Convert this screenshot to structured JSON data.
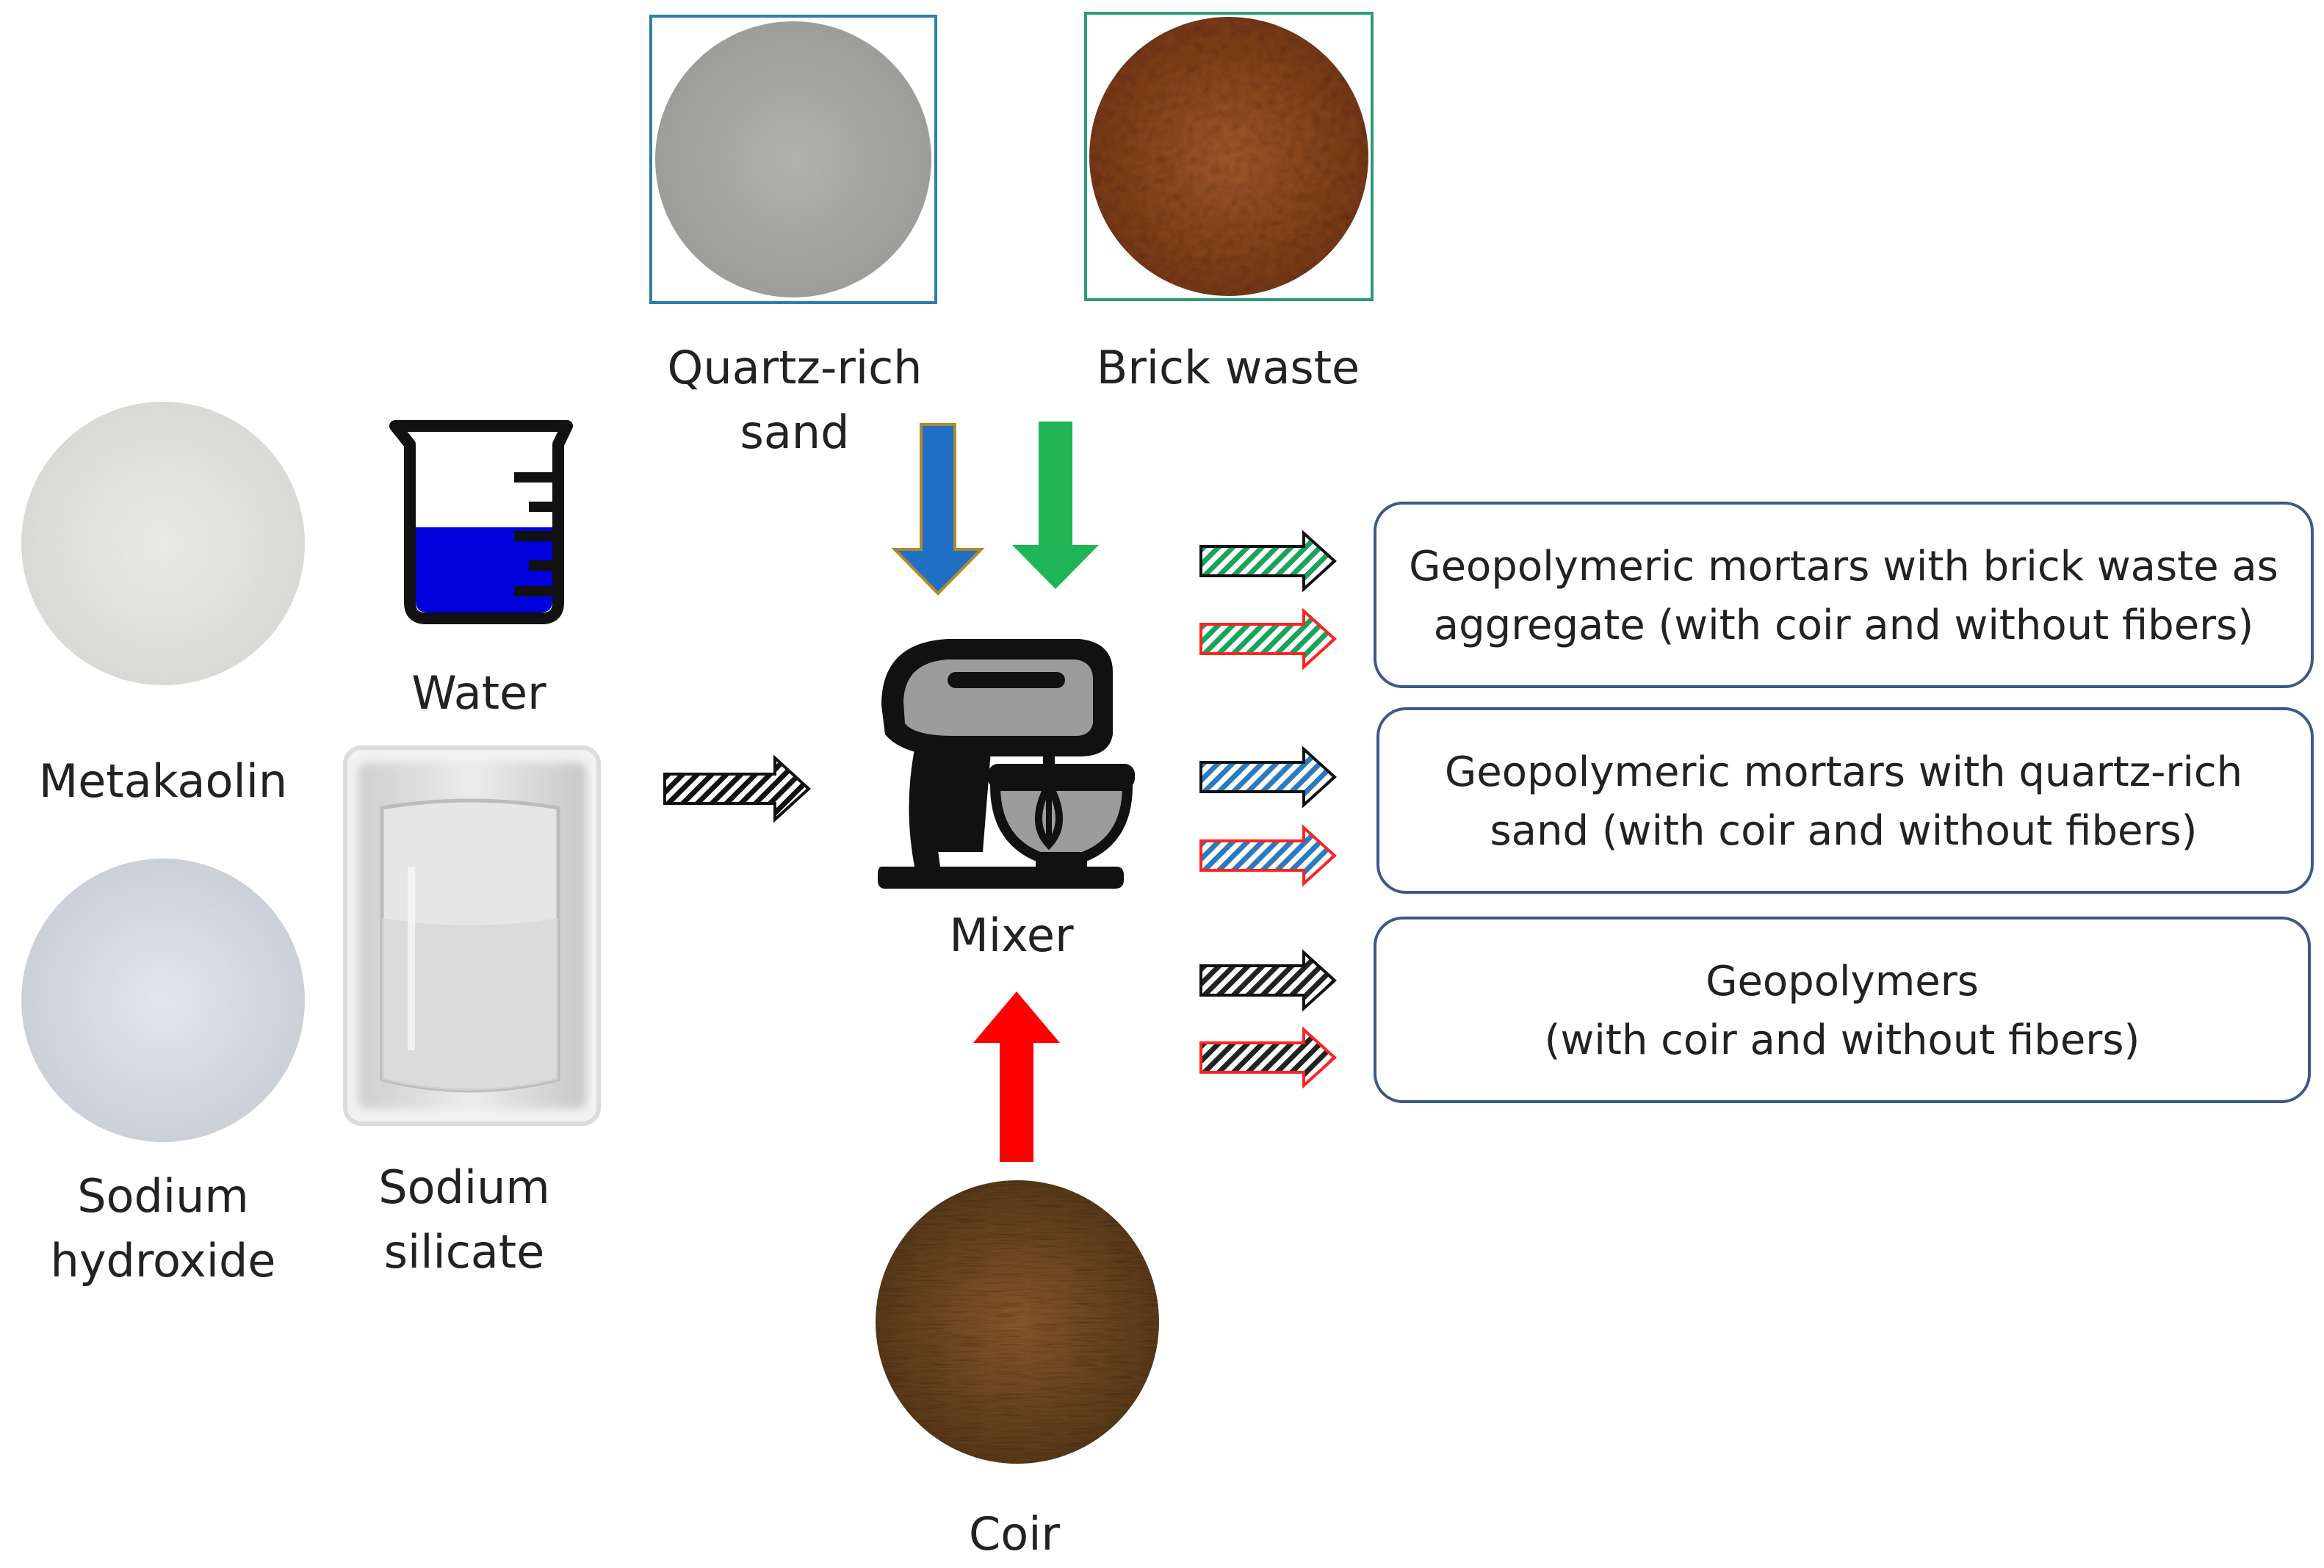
{
  "materials": {
    "metakaolin": "Metakaolin",
    "water": "Water",
    "sodium_hydroxide": [
      "Sodium",
      "hydroxide"
    ],
    "sodium_silicate": [
      "Sodium",
      "silicate"
    ],
    "quartz_sand": [
      "Quartz-rich",
      "sand"
    ],
    "brick_waste": "Brick waste",
    "coir": "Coir",
    "mixer": "Mixer"
  },
  "outputs": [
    {
      "lines": [
        "Geopolymeric  mortars  with brick waste as",
        "aggregate (with coir and without  fibers)"
      ]
    },
    {
      "lines": [
        "Geopolymeric  mortars  with quartz-rich",
        "sand (with coir and without  fibers)"
      ]
    },
    {
      "lines": [
        "Geopolymers",
        "(with coir and without  fibers)"
      ]
    }
  ],
  "colors": {
    "sand_arrow": "#1f6fc4",
    "brick_arrow": "#1fb556",
    "coir_arrow": "#ff0000",
    "box_border": "#3a5a8a",
    "water_fill": "#0000dd"
  }
}
